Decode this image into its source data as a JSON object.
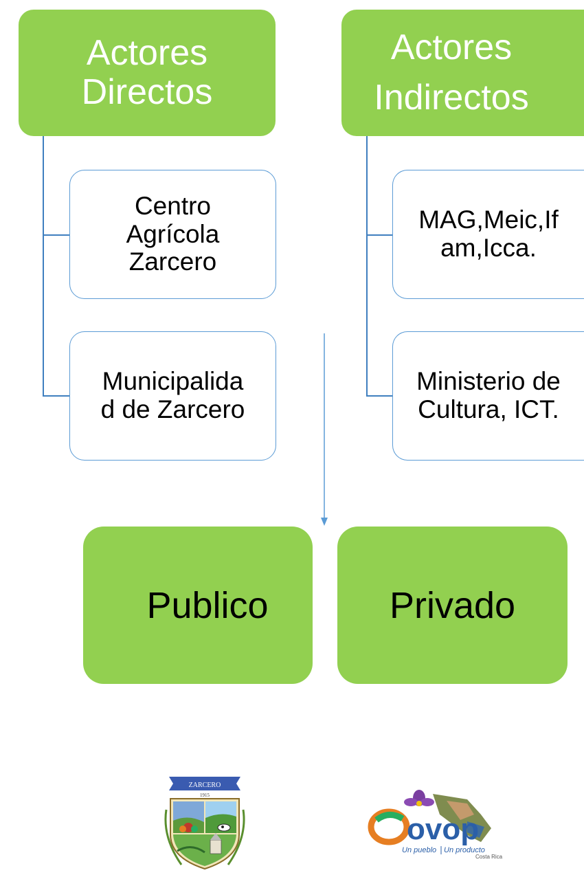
{
  "direct": {
    "header_line1": "Actores",
    "header_line2": "Directos",
    "items": [
      {
        "line1": "Centro",
        "line2": "Agrícola",
        "line3": "Zarcero"
      },
      {
        "line1": "Municipalida",
        "line2": "d de Zarcero"
      }
    ]
  },
  "indirect": {
    "header_line1": "Actores",
    "header_line2": "Indirectos",
    "items": [
      {
        "line1": "MAG,Meic,If",
        "line2": "am,Icca."
      },
      {
        "line1": "Ministerio de",
        "line2": "Cultura, ICT."
      }
    ]
  },
  "sectors": {
    "public_label": "Publico",
    "private_label": "Privado"
  },
  "logos": {
    "zarcero": {
      "name": "ZARCERO",
      "year": "1915"
    },
    "ovop": {
      "name": "ovop",
      "slogan_a": "Un pueblo",
      "slogan_b": "Un producto",
      "country": "Costa Rica"
    }
  },
  "colors": {
    "green": "#92d050",
    "border_blue": "#5b9bd5"
  }
}
